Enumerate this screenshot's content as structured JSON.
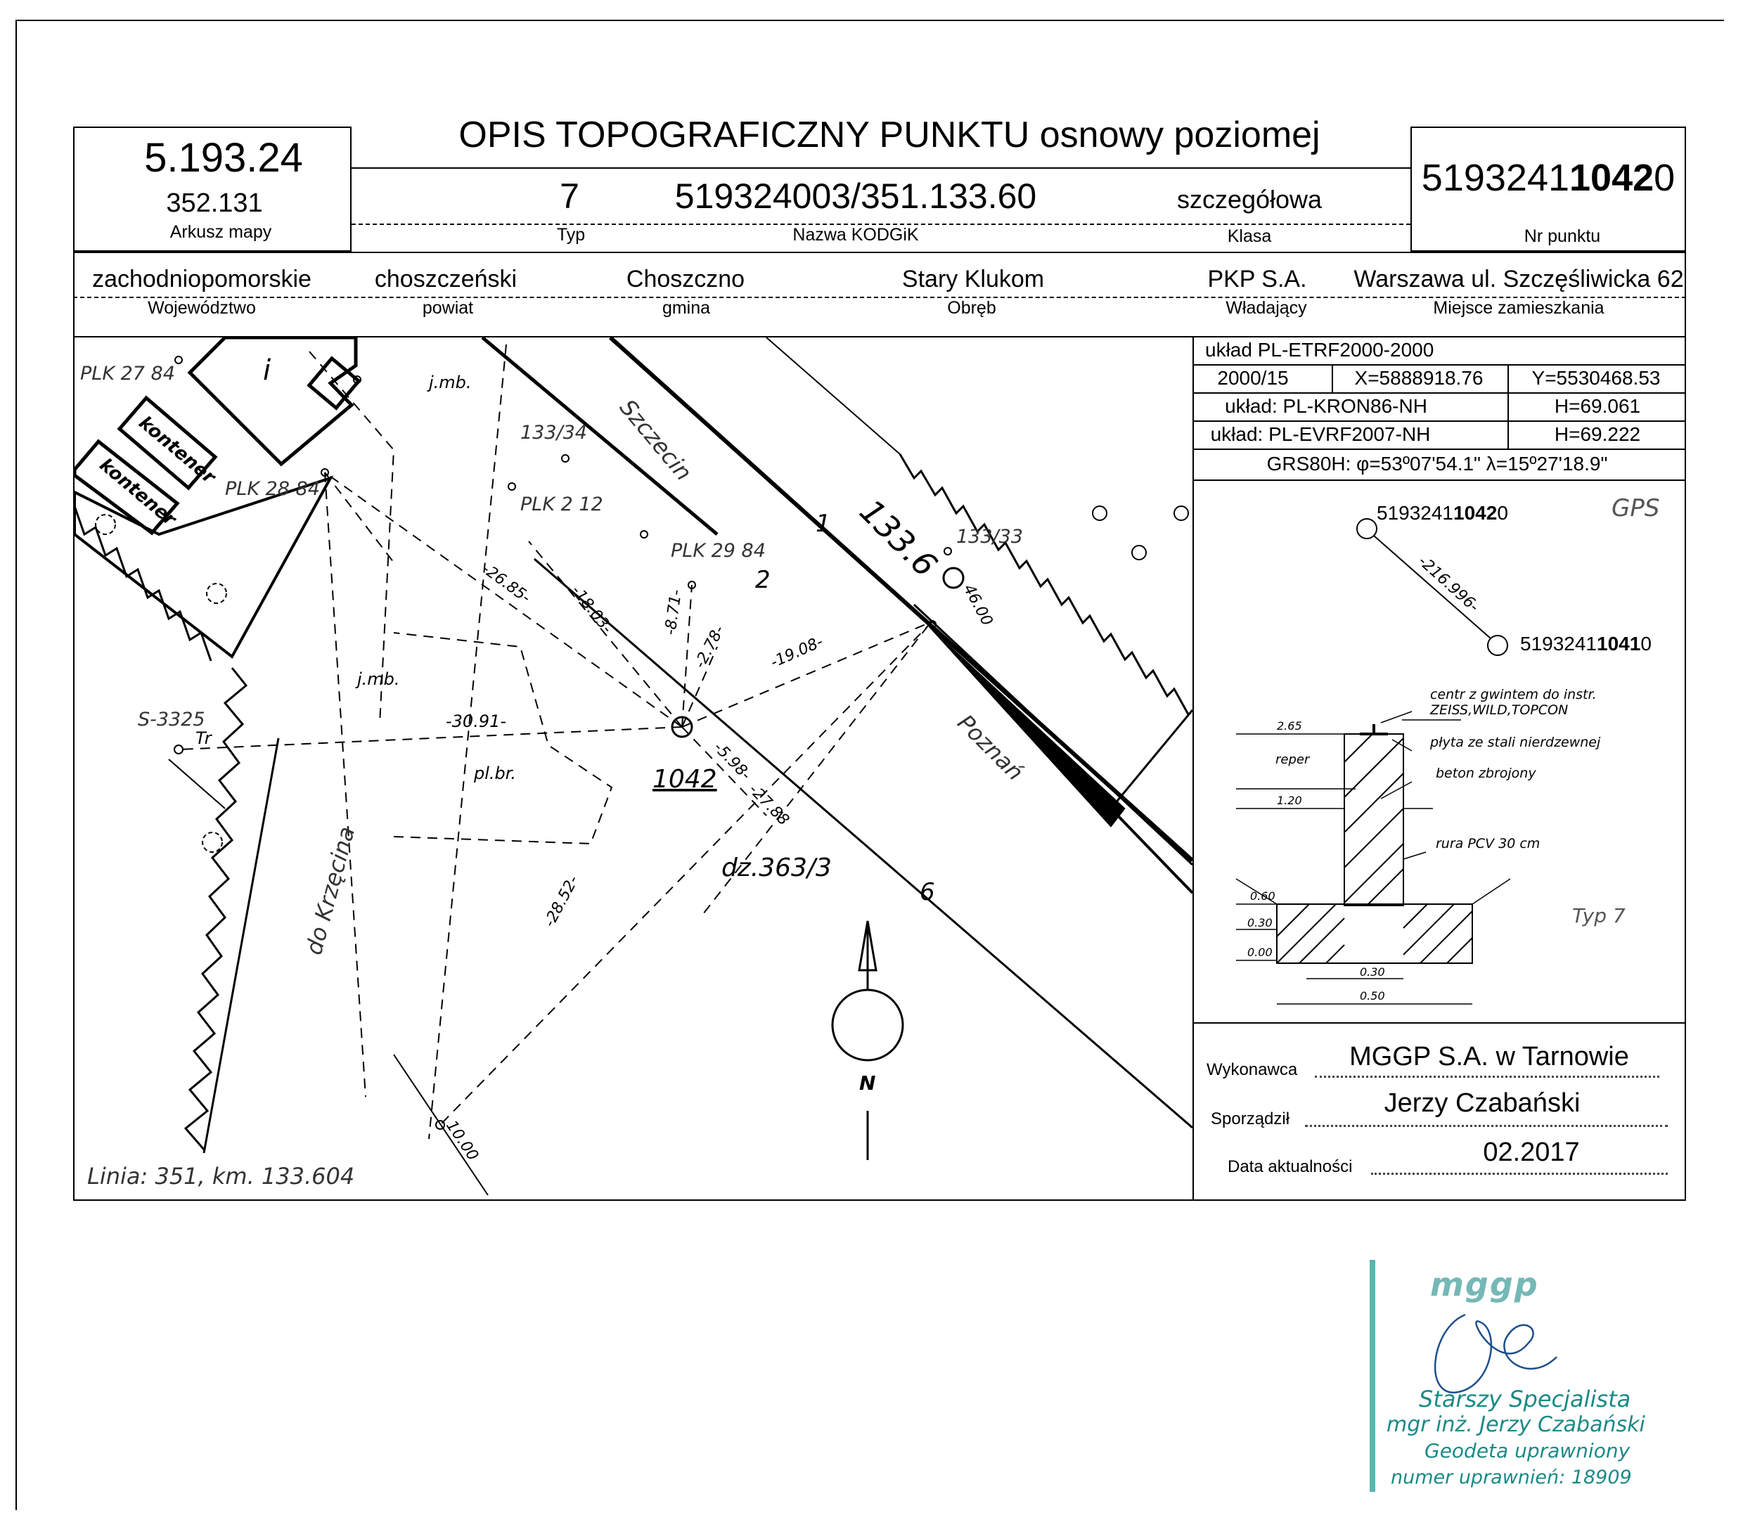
{
  "header": {
    "title": "OPIS TOPOGRAFICZNY PUNKTU osnowy poziomej",
    "map_sheet": "5.193.24",
    "map_sheet_sub": "352.131",
    "map_sheet_label": "Arkusz mapy",
    "type_value": "7",
    "type_label": "Typ",
    "kodgik_value": "519324003/351.133.60",
    "kodgik_label": "Nazwa KODGiK",
    "class_value": "szczegółowa",
    "class_label": "Klasa",
    "point_no_prefix": "5193241",
    "point_no_bold": "1042",
    "point_no_suffix": "0",
    "point_no_label": "Nr punktu"
  },
  "admin": {
    "voivodeship": "zachodniopomorskie",
    "voivodeship_label": "Województwo",
    "county": "choszczeński",
    "county_label": "powiat",
    "commune": "Choszczno",
    "commune_label": "gmina",
    "precinct": "Stary Klukom",
    "precinct_label": "Obręb",
    "owner": "PKP S.A.",
    "owner_label": "Władający",
    "residence": "Warszawa ul. Szczęśliwicka 62",
    "residence_label": "Miejsce zamieszkania"
  },
  "coords": {
    "system1": "układ PL-ETRF2000-2000",
    "zone": "2000/15",
    "x": "X=5888918.76",
    "y": "Y=5530468.53",
    "system2": "układ: PL-KRON86-NH",
    "h1": "H=69.061",
    "system3": "układ: PL-EVRF2007-NH",
    "h2": "H=69.222",
    "grs": "GRS80H: φ=53º07'54.1\" λ=15º27'18.9\""
  },
  "gps": {
    "label": "GPS",
    "p1_prefix": "5193241",
    "p1_bold": "1042",
    "p1_suffix": "0",
    "p2_prefix": "5193241",
    "p2_bold": "1041",
    "p2_suffix": "0",
    "distance": "-216.996-"
  },
  "section": {
    "centre1": "centr z gwintem do instr.",
    "centre2": "ZEISS,WILD,TOPCON",
    "plate": "płyta ze stali nierdzewnej",
    "concrete": "beton zbrojony",
    "pipe": "rura PCV 30 cm",
    "reper": "reper",
    "type": "Typ 7",
    "d265": "2.65",
    "d120": "1.20",
    "d060": "0.60",
    "d030": "0.30",
    "d000": "0.00",
    "w030": "0.30",
    "w050": "0.50"
  },
  "footer": {
    "contractor_label": "Wykonawca",
    "contractor": "MGGP S.A.  w Tarnowie",
    "author_label": "Sporządził",
    "author": "Jerzy Czabański",
    "date_label": "Data aktualności",
    "date": "02.2017"
  },
  "map": {
    "plk2784": "PLK  27  84",
    "plk2884": "PLK  28  84",
    "plk212": "PLK  2  12",
    "plk2984": "PLK  29  84",
    "kontener1": "kontener",
    "kontener2": "kontener",
    "bldg": "i",
    "jmb1": "j.mb.",
    "jmb2": "j.mb.",
    "plbr": "pl.br.",
    "parcel1": "133/34",
    "parcel2": "133/33",
    "szczecin": "Szczecin",
    "poznan": "Poznań",
    "km": "133.6",
    "track1": "1",
    "track2": "2",
    "track6": "6",
    "s3325": "S-3325",
    "tr": "Tr",
    "point": "1042",
    "dz": "dz.363/3",
    "krzecina": "do Krzęcina",
    "line": "Linia: 351, km. 133.604",
    "north": "N",
    "d2685": "-26.85-",
    "d1803": "-18.03-",
    "d871": "-8.71-",
    "d278": "-2.78-",
    "d1908": "-19.08-",
    "d3091": "-30.91-",
    "d598": "-5.98-",
    "d2788": "-27.88",
    "d2852": "-28.52-",
    "d4600": "46.00",
    "d1000": "10.00"
  },
  "stamp": {
    "logo": "mggp",
    "line1": "Starszy Specjalista",
    "line2": "mgr inż. Jerzy Czabański",
    "line3": "Geodeta uprawniony",
    "line4": "numer uprawnień: 18909"
  }
}
